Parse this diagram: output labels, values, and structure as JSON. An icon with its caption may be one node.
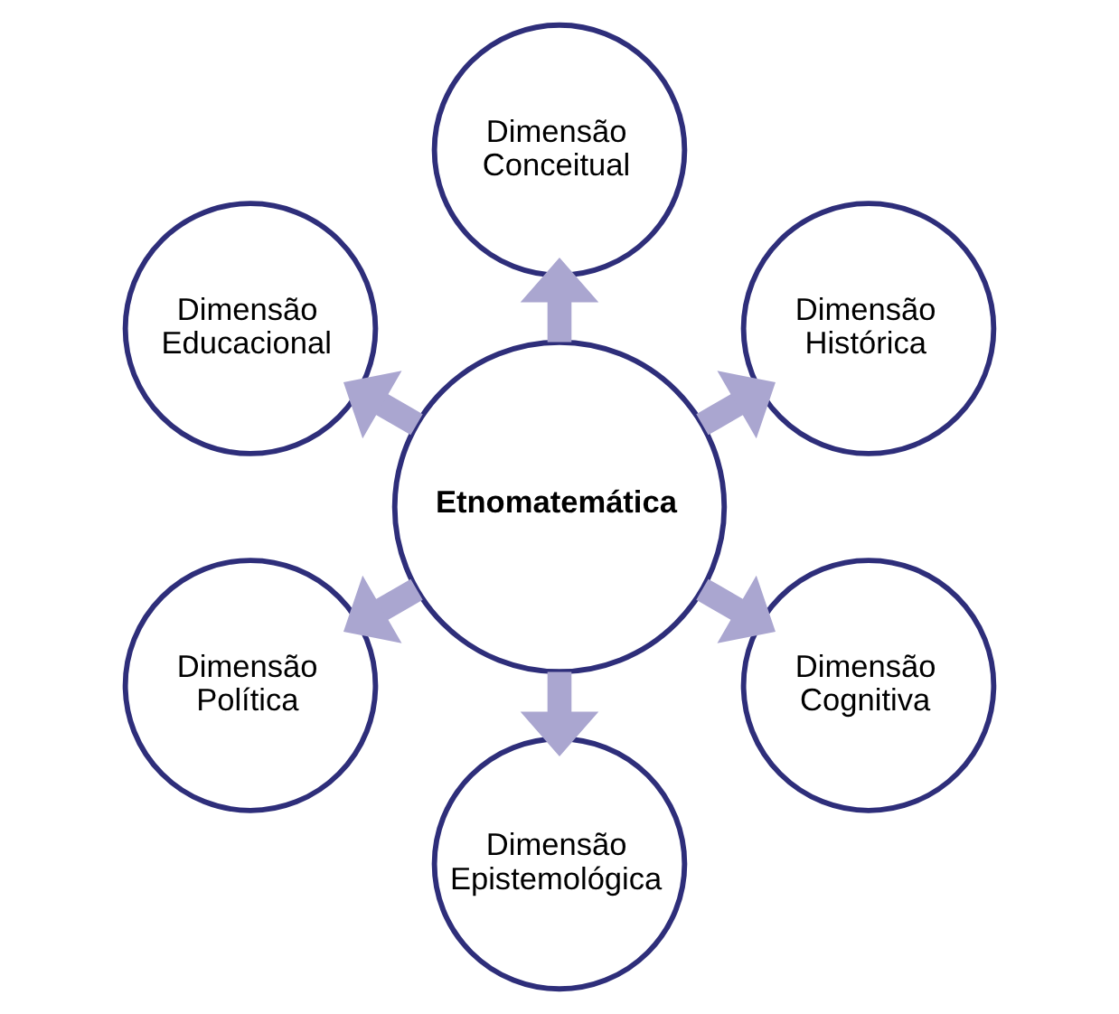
{
  "diagram": {
    "nodes": [
      {
        "text": [
          "Etnomatemática"
        ]
      },
      {
        "text": [
          "Dimensão Conceitual"
        ]
      },
      {
        "text": [
          "Dimensão Histórica"
        ]
      },
      {
        "text": [
          "Dimensão Cognitiva"
        ]
      },
      {
        "text": [
          "Dimensão Epistemológica"
        ]
      },
      {
        "text": [
          "Dimensão Política"
        ]
      },
      {
        "text": [
          "Dimensão Educacional"
        ]
      }
    ],
    "edges": [
      {
        "from": 0,
        "to": 1,
        "arrow": "to"
      },
      {
        "from": 0,
        "to": 2,
        "arrow": "to"
      },
      {
        "from": 0,
        "to": 3,
        "arrow": "to"
      },
      {
        "from": 0,
        "to": 4,
        "arrow": "to"
      },
      {
        "from": 0,
        "to": 5,
        "arrow": "to"
      },
      {
        "from": 0,
        "to": 6,
        "arrow": "to"
      }
    ]
  }
}
